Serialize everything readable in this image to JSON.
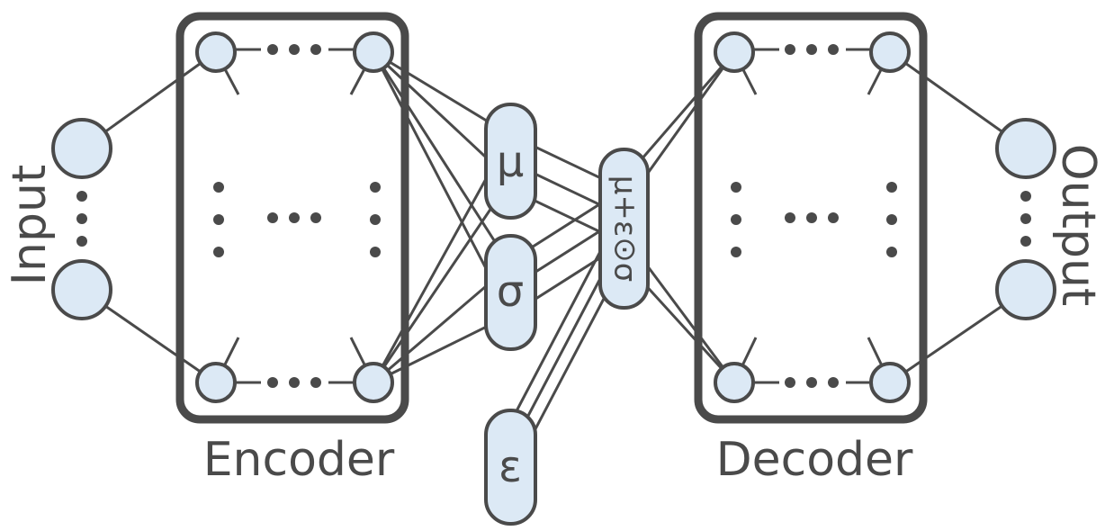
{
  "labels": {
    "input": "Input",
    "output": "Output",
    "encoder": "Encoder",
    "decoder": "Decoder",
    "mu": "μ",
    "sigma": "σ",
    "epsilon": "ε",
    "sample": "μ+ε⊙σ"
  },
  "colors": {
    "node_fill": "#dce9f5",
    "stroke": "#4a4a4a"
  }
}
